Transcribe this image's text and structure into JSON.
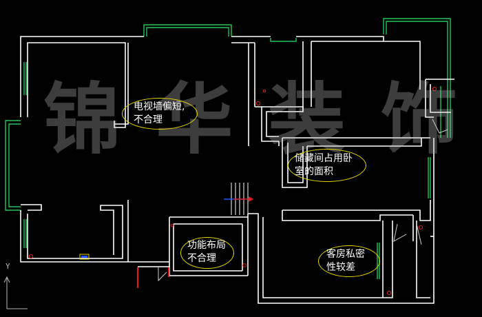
{
  "watermark": [
    "锦",
    "华",
    "装",
    "饰"
  ],
  "annotations": {
    "tv_wall": {
      "line1": "电视墙偏短,",
      "line2": "不合理"
    },
    "storage": {
      "line1": "储藏间占用卧",
      "line2": "室的面积"
    },
    "layout": {
      "line1": "功能布局",
      "line2": "不合理"
    },
    "guest_room": {
      "line1": "客房私密",
      "line2": "性较差"
    }
  },
  "ucs_axis": {
    "label": "Y"
  },
  "colors": {
    "background": "#000000",
    "wall": "#ffffff",
    "window": "#22c55e",
    "annotation_outline": "#e8d800",
    "watermark": "#bebebe",
    "door_highlight": "#e11d1d"
  }
}
